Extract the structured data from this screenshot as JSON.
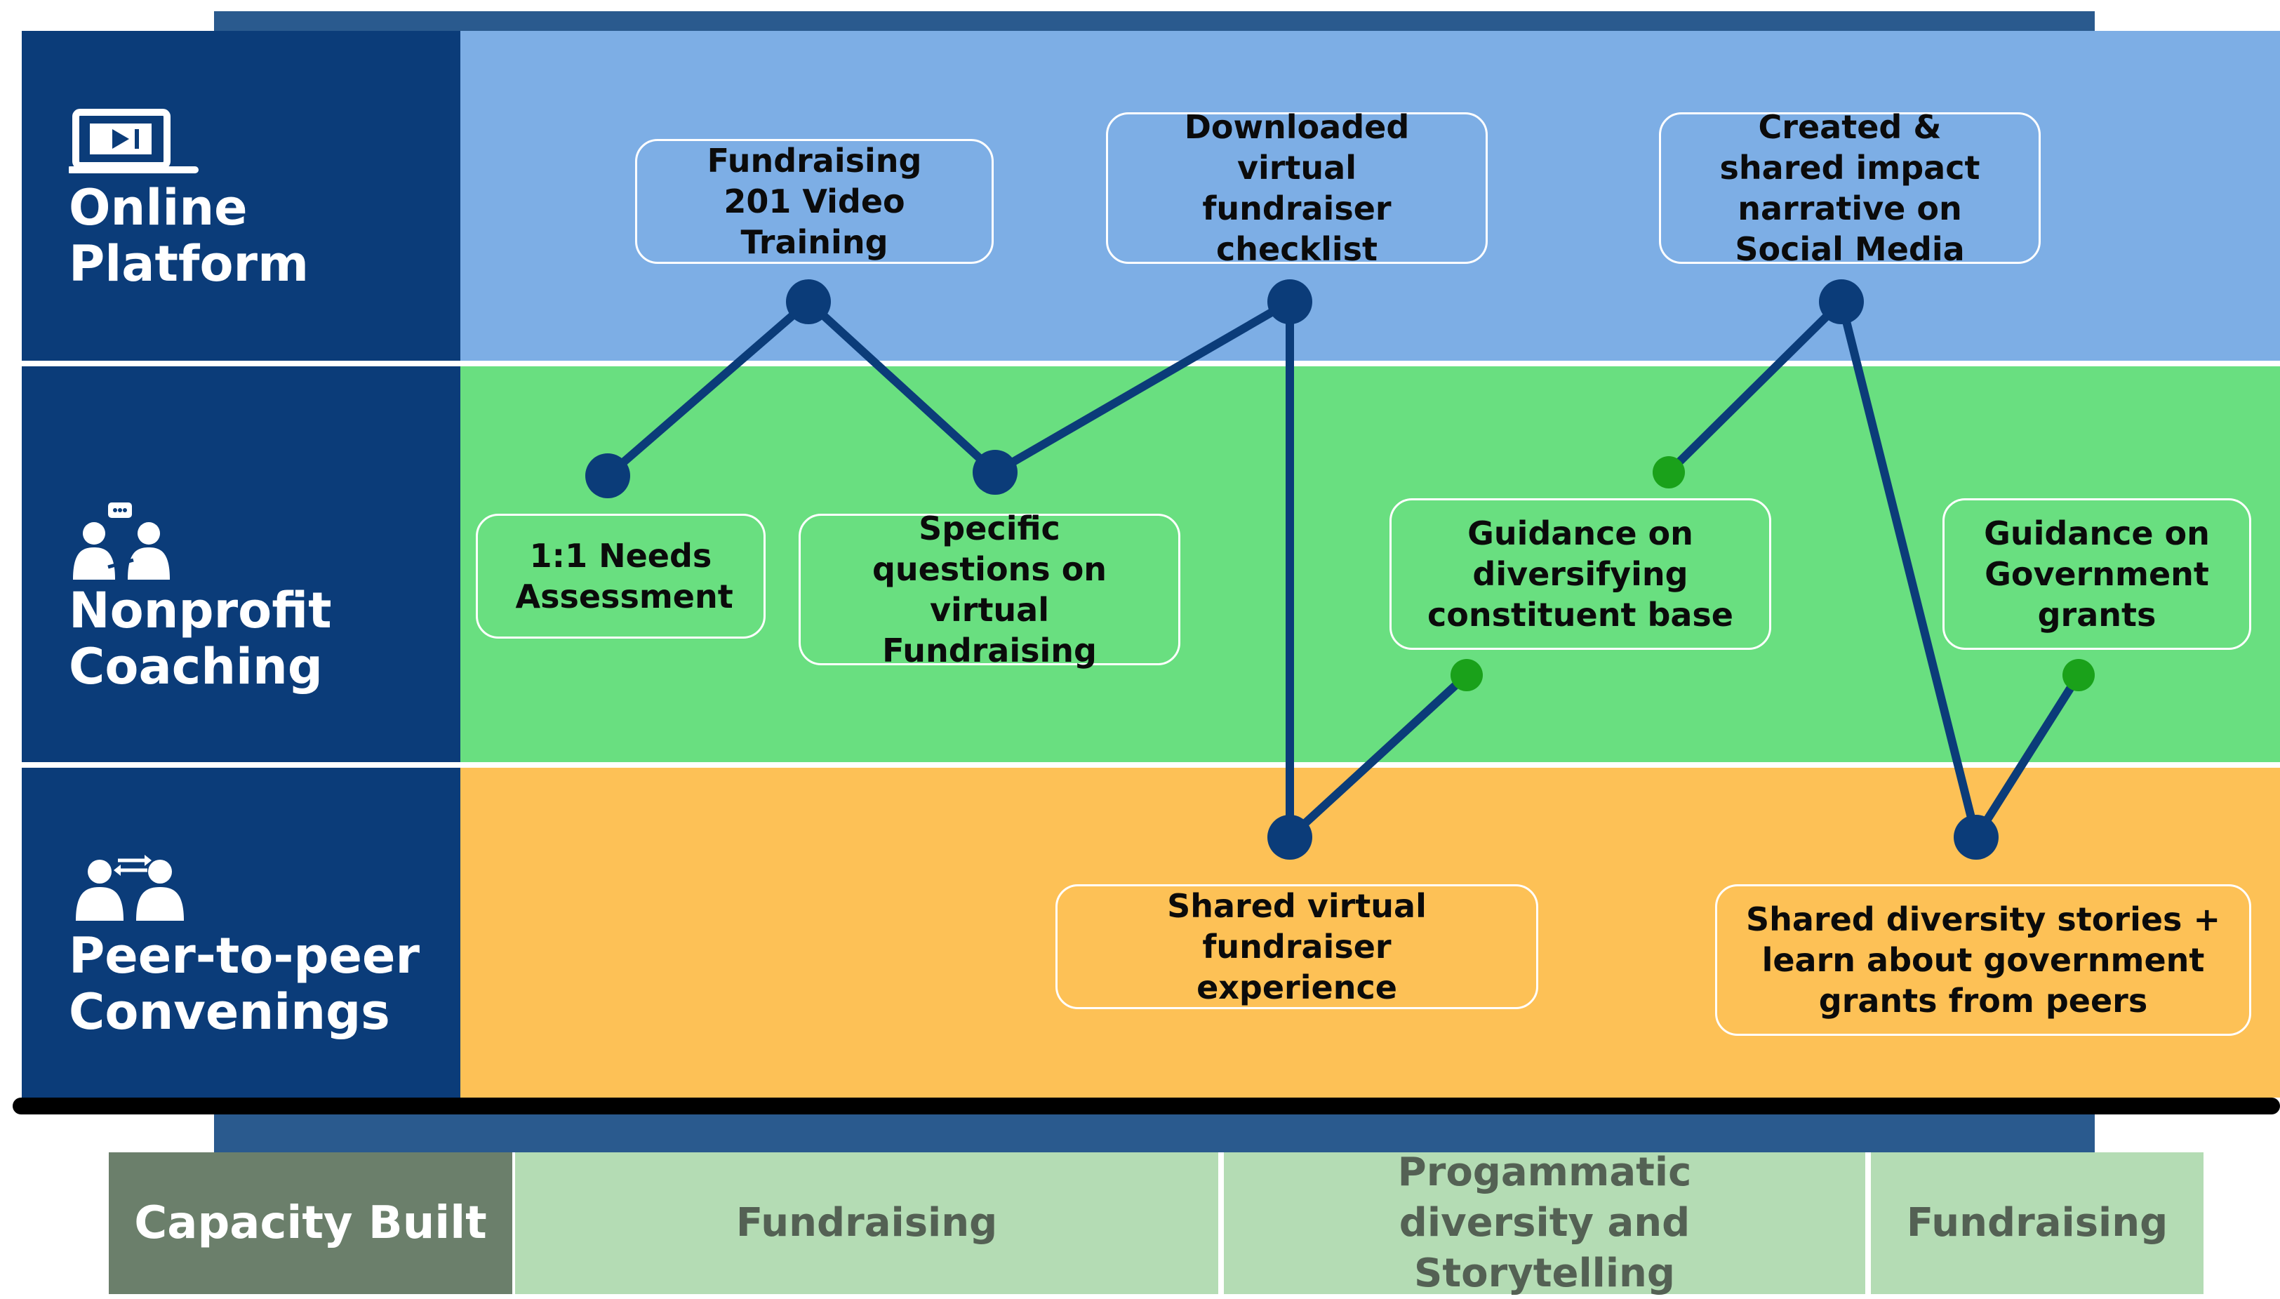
{
  "colors": {
    "sidebar": "#0b3c79",
    "top_bar": "#2a5a8e",
    "lane_online": "#7daee5",
    "lane_coaching": "#69df80",
    "lane_peer": "#fdc156",
    "path_line": "#0b3c79",
    "node_main": "#0b3c79",
    "node_alt": "#1aa11a",
    "capacity_head": "#6b7f6b",
    "capacity_cell": "#b4dcb4"
  },
  "rows": [
    {
      "icon": "laptop-video-icon",
      "label_line1": "Online",
      "label_line2": "Platform"
    },
    {
      "icon": "coaching-people-icon",
      "label_line1": "Nonprofit",
      "label_line2": "Coaching"
    },
    {
      "icon": "peer-exchange-icon",
      "label_line1": "Peer-to-peer",
      "label_line2": "Convenings"
    }
  ],
  "steps": {
    "fundraising_201": "Fundraising 201 Video Training",
    "downloaded_checklist": "Downloaded virtual fundraiser checklist",
    "impact_narrative": "Created & shared impact narrative on Social Media",
    "needs_assessment": "1:1 Needs Assessment",
    "specific_questions": "Specific questions on virtual Fundraising",
    "diversifying_guidance": "Guidance on diversifying constituent base",
    "government_guidance": "Guidance on Government grants",
    "shared_fundraiser": "Shared virtual fundraiser experience",
    "shared_diversity": "Shared diversity stories + learn about government grants from peers"
  },
  "capacity": {
    "header": "Capacity Built",
    "cells": [
      "Fundraising",
      "Progammatic diversity and Storytelling",
      "Fundraising"
    ]
  }
}
